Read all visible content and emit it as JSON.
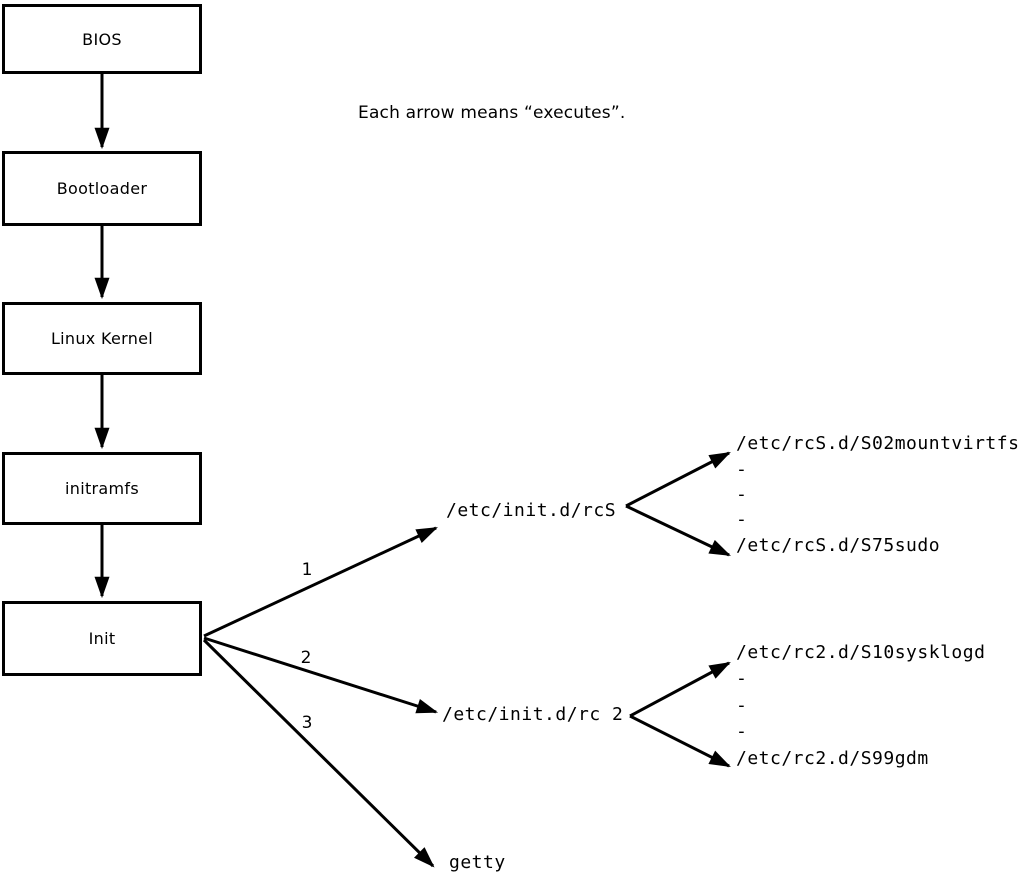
{
  "note": "Each arrow means “executes”.",
  "chain": [
    "BIOS",
    "Bootloader",
    "Linux Kernel",
    "initramfs",
    "Init"
  ],
  "init_edges": {
    "labels": [
      "1",
      "2",
      "3"
    ],
    "targets": [
      "/etc/init.d/rcS",
      "/etc/init.d/rc 2",
      "getty"
    ]
  },
  "rcS": {
    "label": "/etc/init.d/rcS",
    "children": [
      "/etc/rcS.d/S02mountvirtfs",
      "-",
      "-",
      "-",
      "/etc/rcS.d/S75sudo"
    ]
  },
  "rc2": {
    "label": "/etc/init.d/rc 2",
    "children": [
      "/etc/rc2.d/S10sysklogd",
      "-",
      "-",
      "-",
      "/etc/rc2.d/S99gdm"
    ]
  },
  "getty": {
    "label": "getty"
  },
  "colors": {
    "line": "#000000",
    "background": "#ffffff"
  }
}
